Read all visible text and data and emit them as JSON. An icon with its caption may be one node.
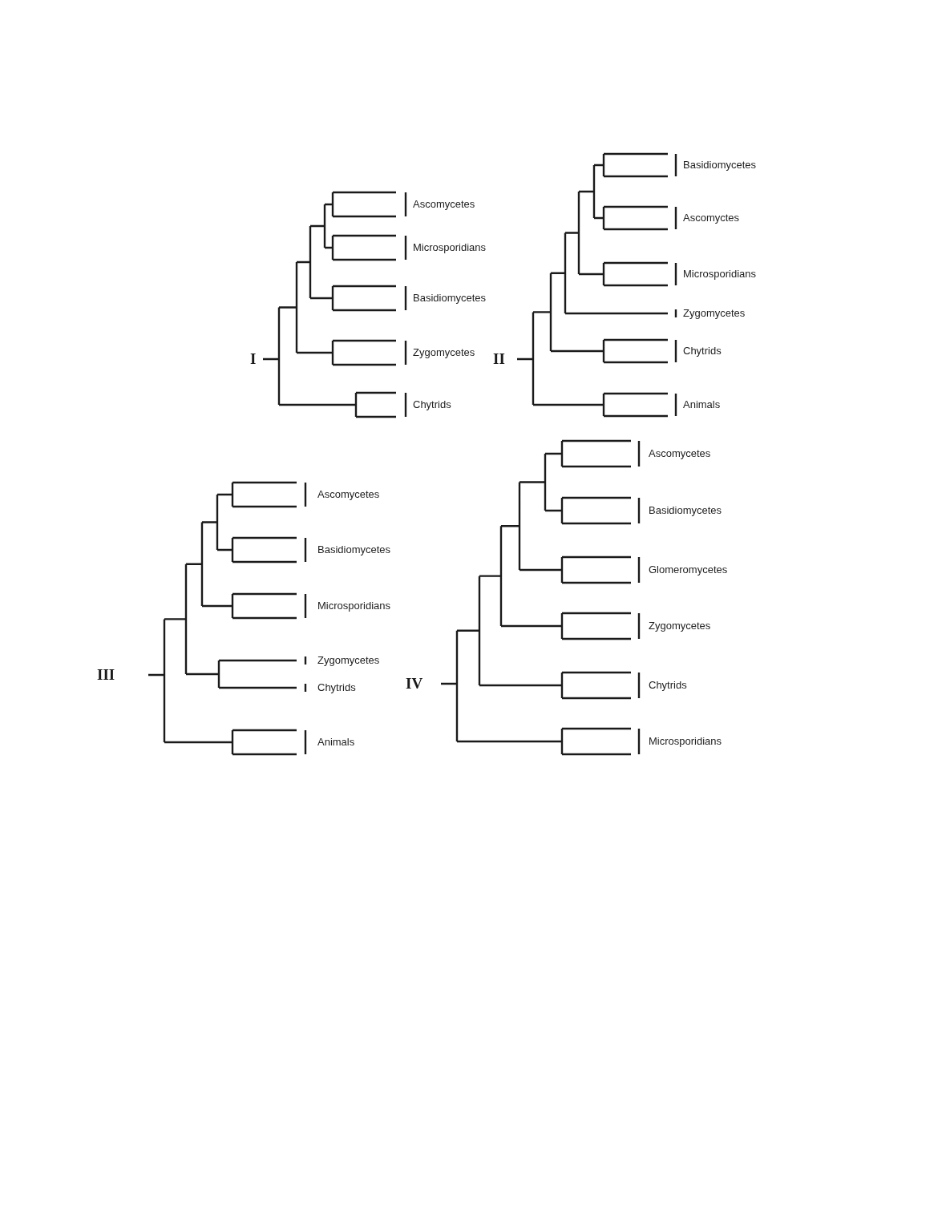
{
  "diagram": {
    "labels": [
      "I",
      "Ascomycetes",
      "Microsporidians",
      "Basidiomycetes",
      "Zygomycetes",
      "Chytrids",
      "II",
      "Basidiomycetes",
      "Ascomyctes",
      "Microsporidians",
      "Zygomycetes",
      "Chytrids",
      "Animals",
      "III",
      "Ascomycetes",
      "Basidiomycetes",
      "Microsporidians",
      "Zygomycetes",
      "Chytrids",
      "Animals",
      "IV",
      "Ascomycetes",
      "Basidiomycetes",
      "Glomeromycetes",
      "Zygomycetes",
      "Chytrids",
      "Microsporidians"
    ]
  }
}
